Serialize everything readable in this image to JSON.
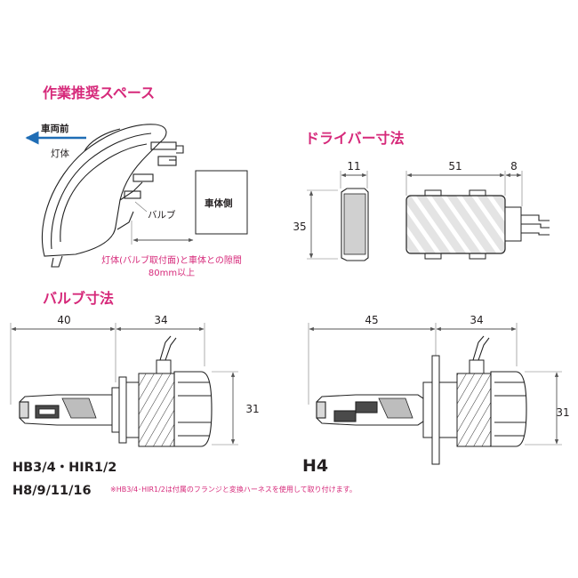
{
  "work_space": {
    "title": "作業推奨スペース",
    "front_label": "車両前",
    "lamp_label": "灯体",
    "bulb_label": "バルブ",
    "body_label": "車体側",
    "gap_note_line1": "灯体(バルブ取付面)と車体との隙間",
    "gap_note_line2": "80mm以上"
  },
  "driver": {
    "title": "ドライバー寸法",
    "dim_11": "11",
    "dim_51": "51",
    "dim_8": "8",
    "dim_35": "35"
  },
  "bulb": {
    "title": "バルブ寸法",
    "left": {
      "dim_40": "40",
      "dim_34": "34",
      "dim_31": "31",
      "type_line1": "HB3/4・HIR1/2",
      "type_line2": "H8/9/11/16"
    },
    "right": {
      "dim_45": "45",
      "dim_34": "34",
      "dim_31": "31",
      "type": "H4"
    },
    "footnote": "※HB3/4･HIR1/2は付属のフランジと変換ハーネスを使用して取り付けます。"
  },
  "colors": {
    "accent": "#d6297a",
    "arrow": "#1f6db5",
    "ink": "#231f20"
  }
}
